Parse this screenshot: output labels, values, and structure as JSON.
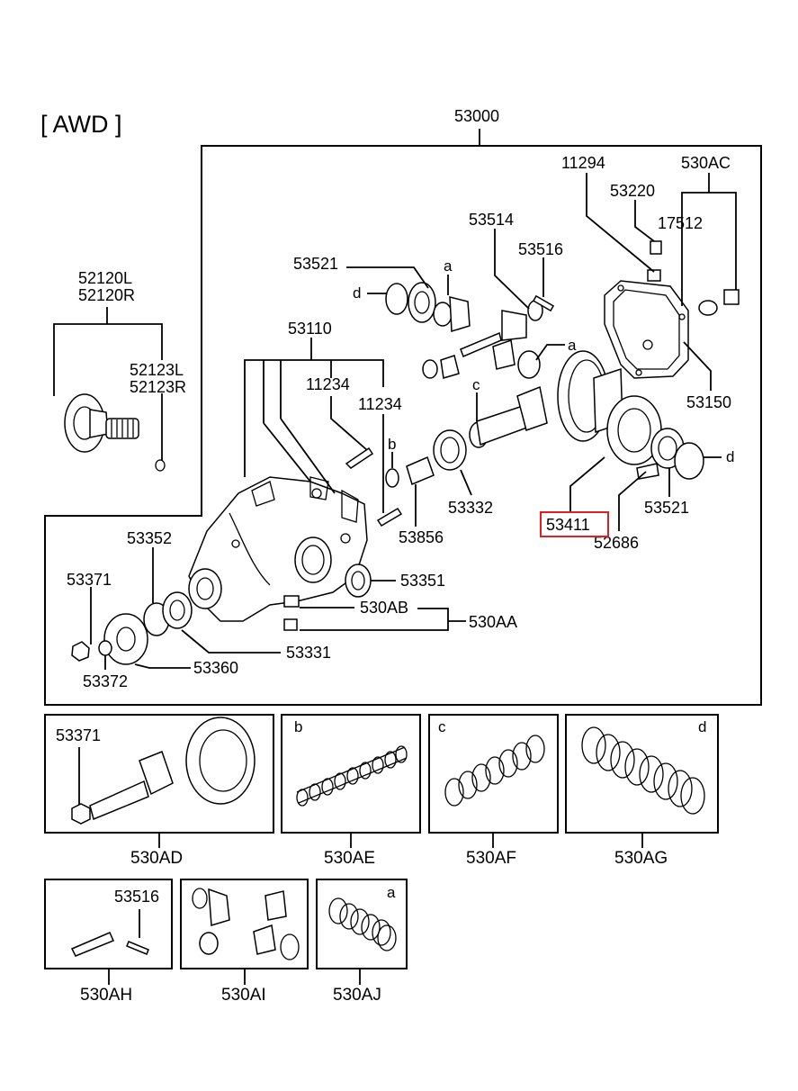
{
  "title": "[ AWD ]",
  "assembly": "53000",
  "labels": {
    "l11294": "11294",
    "l530AC": "530AC",
    "l53220": "53220",
    "l17512": "17512",
    "l53514": "53514",
    "l53516_top": "53516",
    "l53521_top": "53521",
    "l53110": "53110",
    "l11234_a": "11234",
    "l11234_b": "11234",
    "l52120": "52120L",
    "l52120r": "52120R",
    "l52123": "52123L",
    "l52123r": "52123R",
    "l53150": "53150",
    "l53332": "53332",
    "l53856": "53856",
    "l53411": "53411",
    "l52686": "52686",
    "l53521_r": "53521",
    "l53352": "53352",
    "l53351": "53351",
    "l53371_top": "53371",
    "l530AB": "530AB",
    "l530AA": "530AA",
    "l53331": "53331",
    "l53360": "53360",
    "l53372": "53372",
    "l53371_kit": "53371",
    "l53516_kit": "53516"
  },
  "letters": {
    "a1": "a",
    "a2": "a",
    "b1": "b",
    "c1": "c",
    "d1": "d",
    "d2": "d",
    "kit_b": "b",
    "kit_c": "c",
    "kit_d": "d",
    "kit_a": "a"
  },
  "kits": {
    "k530AD": "530AD",
    "k530AE": "530AE",
    "k530AF": "530AF",
    "k530AG": "530AG",
    "k530AH": "530AH",
    "k530AI": "530AI",
    "k530AJ": "530AJ"
  },
  "highlight": {
    "part": "53411",
    "color": "#e02020"
  }
}
